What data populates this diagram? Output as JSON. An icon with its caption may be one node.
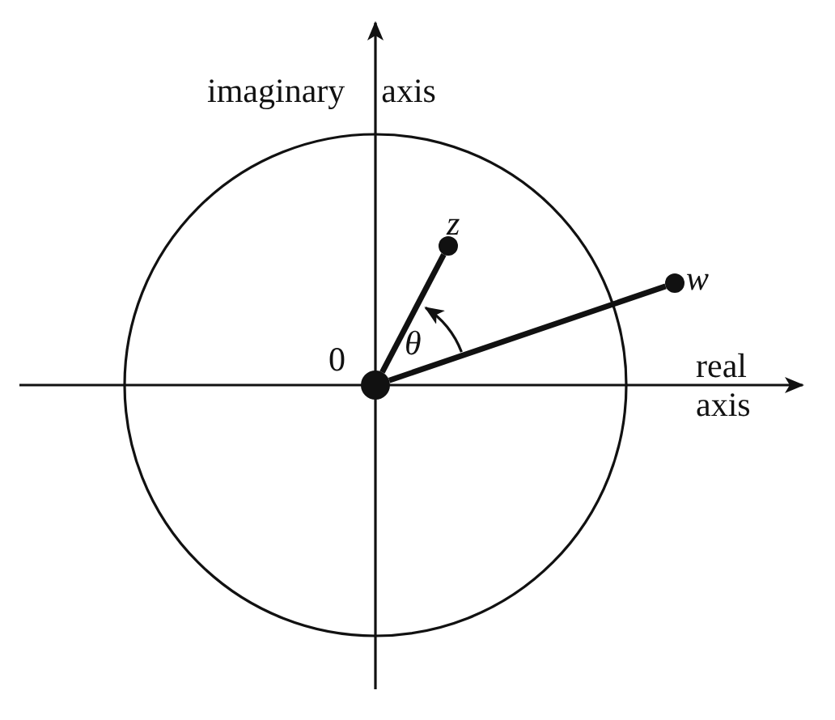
{
  "diagram": {
    "nodes": [
      {
        "text": [],
        "shape": "circle",
        "beside": [
          "0"
        ]
      },
      {
        "text": [],
        "shape": "circle",
        "beside": [
          "z"
        ]
      },
      {
        "text": [],
        "shape": "circle",
        "beside": [
          "w"
        ]
      }
    ],
    "edges": [
      {
        "from": 0,
        "to": 1,
        "arrow": "none"
      },
      {
        "from": 0,
        "to": 2,
        "arrow": "none"
      }
    ],
    "labels": [
      "imaginary  axis",
      "θ",
      "real axis"
    ]
  }
}
